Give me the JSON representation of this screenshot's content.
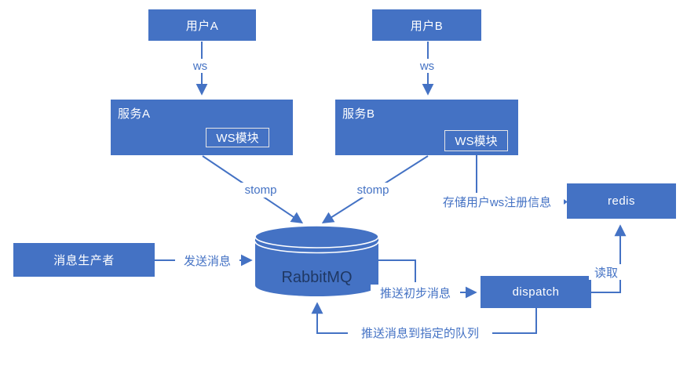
{
  "nodes": {
    "user_a": "用户A",
    "user_b": "用户B",
    "service_a": "服务A",
    "service_b": "服务B",
    "ws_module_a": "WS模块",
    "ws_module_b": "WS模块",
    "producer": "消息生产者",
    "rabbitmq": "RabbitMQ",
    "redis": "redis",
    "dispatch": "dispatch"
  },
  "edges": {
    "ws_a": "ws",
    "ws_b": "ws",
    "stomp_a": "stomp",
    "stomp_b": "stomp",
    "send": "发送消息",
    "store": "存储用户ws注册信息",
    "push_initial": "推送初步消息",
    "read": "读取",
    "push_to_queue": "推送消息到指定的队列"
  },
  "colors": {
    "primary": "#4472C4",
    "rabbitmq_text": "#1F3864",
    "module_border": "#E7E6E6",
    "background": "#FFFFFF"
  }
}
